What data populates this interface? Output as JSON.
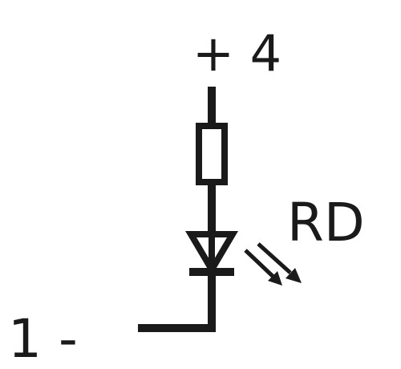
{
  "diagram": {
    "top_label": "+ 4",
    "color_label": "RD",
    "bottom_left_label": "1 -",
    "ink_color": "#1a1a1a",
    "background_color": "#ffffff"
  }
}
